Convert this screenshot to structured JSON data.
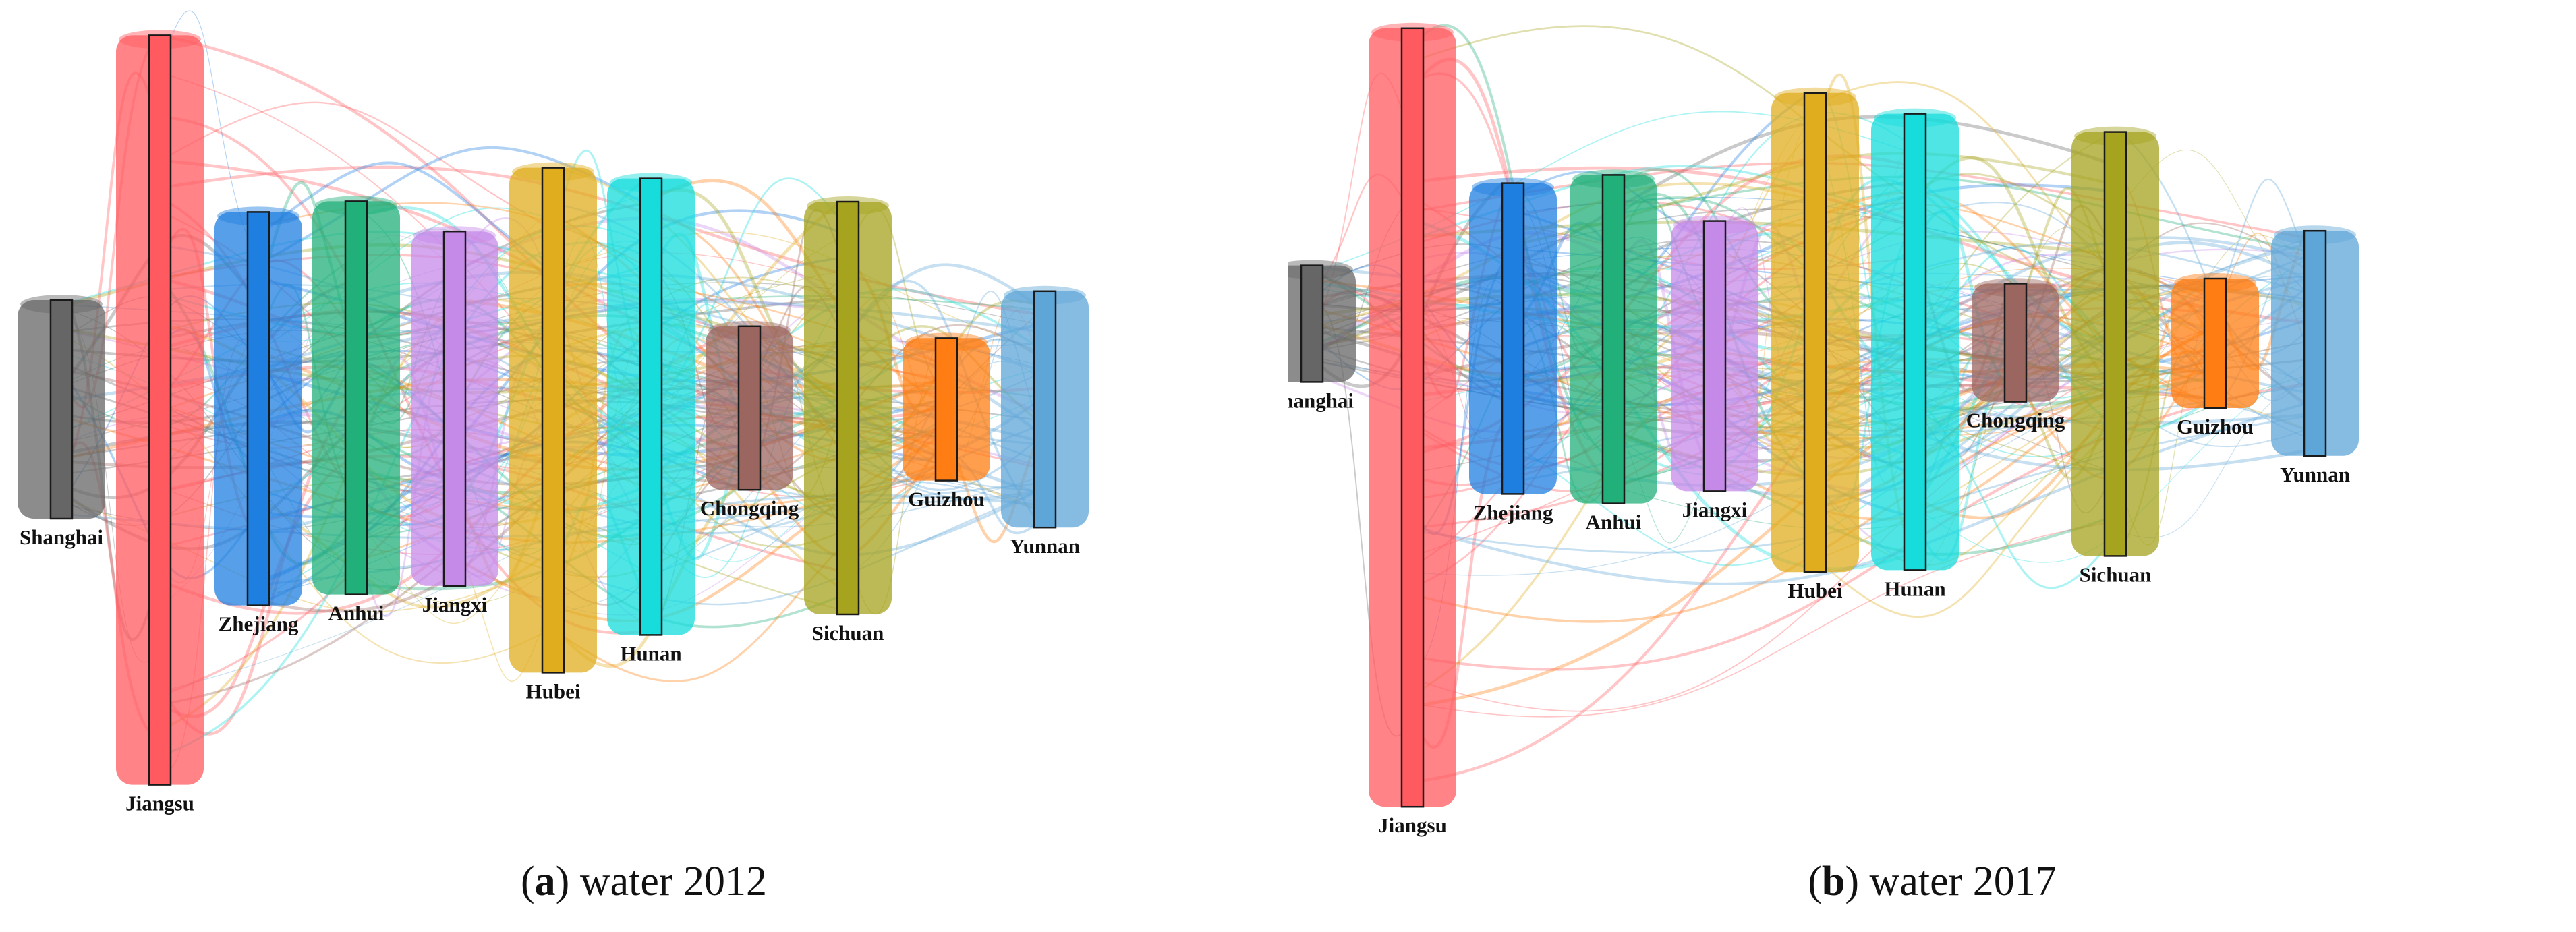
{
  "colors": {
    "Shanghai": "#666666",
    "Jiangsu": "#ff5a5f",
    "Zhejiang": "#1f7fe0",
    "Anhui": "#21b07a",
    "Jiangxi": "#c58ae8",
    "Hubei": "#e0ad1f",
    "Hunan": "#16dcdc",
    "Chongqing": "#9c6660",
    "Sichuan": "#a6a31e",
    "Guizhou": "#ff7d12",
    "Yunnan": "#5fa6d8",
    "bar_outline": "#1a1a1a"
  },
  "panels": [
    {
      "caption_letter": "a",
      "caption_text": "water 2012",
      "nodes": [
        {
          "name": "Shanghai",
          "label": "Shanghai",
          "value": 135
        },
        {
          "name": "Jiangsu",
          "label": "Jiangsu",
          "value": 463
        },
        {
          "name": "Zhejiang",
          "label": "Zhejiang",
          "value": 243
        },
        {
          "name": "Anhui",
          "label": "Anhui",
          "value": 243
        },
        {
          "name": "Jiangxi",
          "label": "Jiangxi",
          "value": 219
        },
        {
          "name": "Hubei",
          "label": "Hubei",
          "value": 312
        },
        {
          "name": "Hunan",
          "label": "Hunan",
          "value": 282
        },
        {
          "name": "Chongqing",
          "label": "Chongqing",
          "value": 101
        },
        {
          "name": "Sichuan",
          "label": "Sichuan",
          "value": 255
        },
        {
          "name": "Guizhou",
          "label": "Guizhou",
          "value": 88
        },
        {
          "name": "Yunnan",
          "label": "Yunnan",
          "value": 146
        }
      ]
    },
    {
      "caption_letter": "b",
      "caption_text": "water 2017",
      "nodes": [
        {
          "name": "Shanghai",
          "label": "Shanghai",
          "value": 72
        },
        {
          "name": "Jiangsu",
          "label": "Jiangsu",
          "value": 481
        },
        {
          "name": "Zhejiang",
          "label": "Zhejiang",
          "value": 192
        },
        {
          "name": "Anhui",
          "label": "Anhui",
          "value": 203
        },
        {
          "name": "Jiangxi",
          "label": "Jiangxi",
          "value": 167
        },
        {
          "name": "Hubei",
          "label": "Hubei",
          "value": 296
        },
        {
          "name": "Hunan",
          "label": "Hunan",
          "value": 282
        },
        {
          "name": "Chongqing",
          "label": "Chongqing",
          "value": 73
        },
        {
          "name": "Sichuan",
          "label": "Sichuan",
          "value": 262
        },
        {
          "name": "Guizhou",
          "label": "Guizhou",
          "value": 80
        },
        {
          "name": "Yunnan",
          "label": "Yunnan",
          "value": 139
        }
      ]
    }
  ]
}
